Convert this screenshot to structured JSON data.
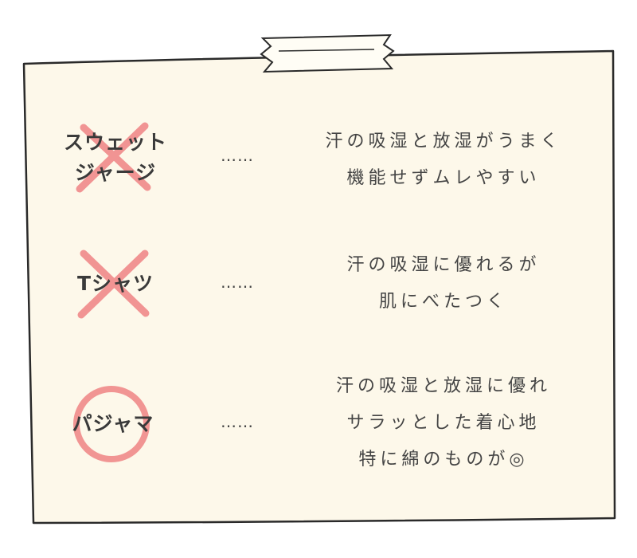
{
  "colors": {
    "card": "#fdf8ea",
    "border": "#2a2a2a",
    "mark": "#f08a8a",
    "text": "#3a3a3a"
  },
  "items": [
    {
      "label_lines": [
        "スウェット",
        "ジャージ"
      ],
      "mark": "cross-icon",
      "separator": "……",
      "desc_lines": [
        "汗の吸湿と放湿がうまく",
        "機能せずムレやすい"
      ]
    },
    {
      "label_lines": [
        "Tシャツ"
      ],
      "mark": "cross-icon",
      "separator": "……",
      "desc_lines": [
        "汗の吸湿に優れるが",
        "肌にべたつく"
      ]
    },
    {
      "label_lines": [
        "パジャマ"
      ],
      "mark": "circle-icon",
      "separator": "……",
      "desc_lines": [
        "汗の吸湿と放湿に優れ",
        "サラッとした着心地",
        "特に綿のものが◎"
      ]
    }
  ]
}
